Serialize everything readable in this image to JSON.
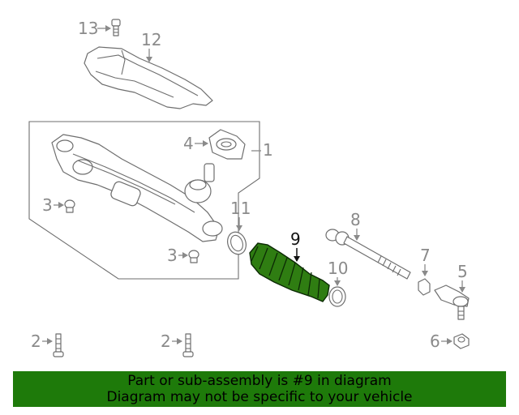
{
  "callouts": {
    "c1": "1",
    "c2a": "2",
    "c2b": "2",
    "c3a": "3",
    "c3b": "3",
    "c4": "4",
    "c5": "5",
    "c6": "6",
    "c7": "7",
    "c8": "8",
    "c9": "9",
    "c10": "10",
    "c11": "11",
    "c12": "12",
    "c13": "13"
  },
  "highlight_part": "9",
  "colors": {
    "highlight": "#2f7d12",
    "banner": "#1e7a0a"
  },
  "banner": {
    "line1": "Part or sub-assembly is #9 in diagram",
    "line2": "Diagram may not be specific to your vehicle"
  }
}
